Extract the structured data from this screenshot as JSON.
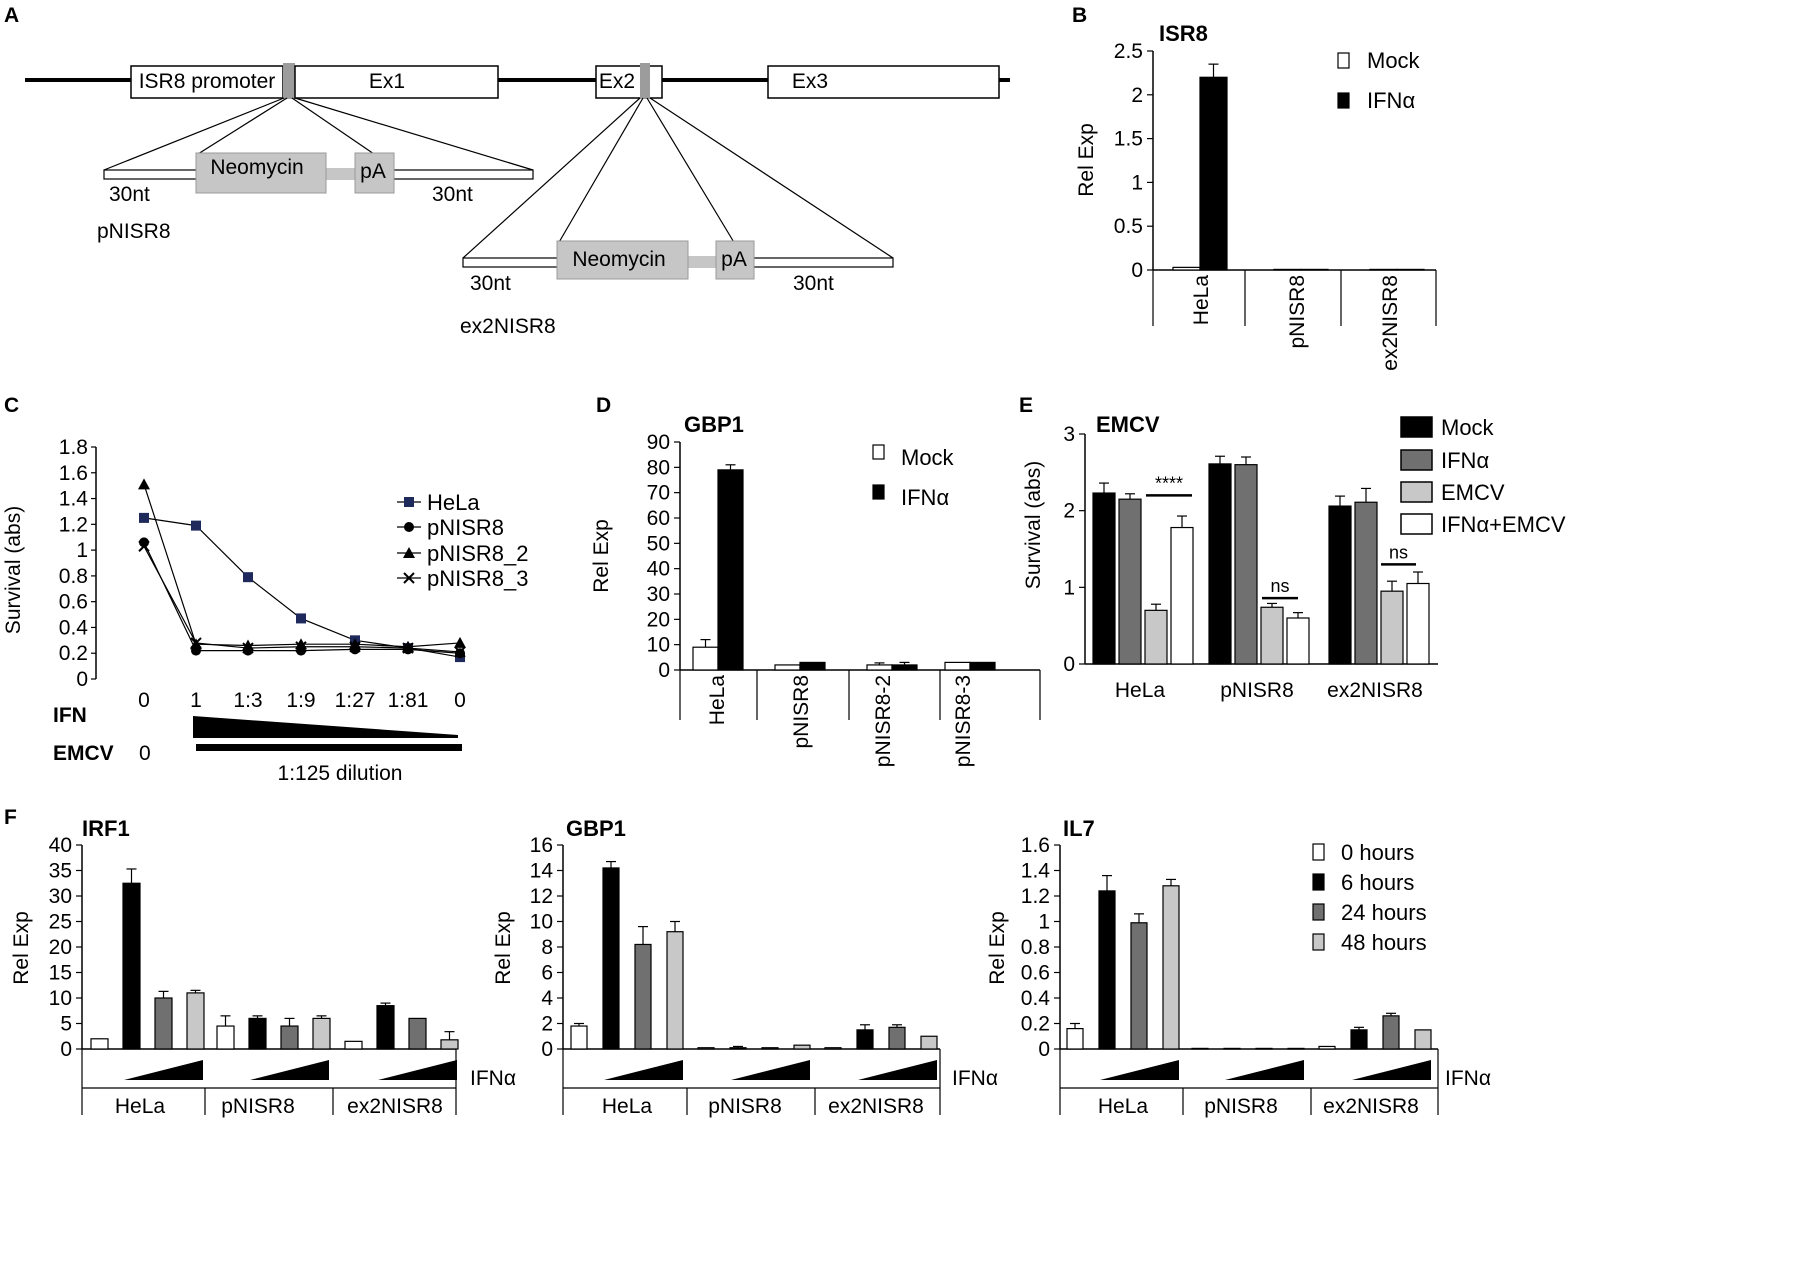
{
  "panel_labels": {
    "a": "A",
    "b": "B",
    "c": "C",
    "d": "D",
    "e": "E",
    "f": "F"
  },
  "diagram_a": {
    "promoter": "ISR8 promoter",
    "exons": [
      "Ex1",
      "Ex2",
      "Ex3"
    ],
    "cassette": {
      "neo": "Neomycin",
      "pa": "pA",
      "arm": "30nt"
    },
    "constructs": [
      "pNISR8",
      "ex2NISR8"
    ]
  },
  "colors": {
    "black": "#000000",
    "dark_gray": "#707070",
    "light_gray": "#c8c8c8",
    "white": "#ffffff",
    "c_square": "#1f2a5c",
    "cassette": "#c6c6c6"
  },
  "chart_data": [
    {
      "id": "B",
      "type": "bar",
      "title": "ISR8",
      "ylabel": "Rel Exp",
      "ylim": [
        0,
        2.5
      ],
      "yticks": [
        "0",
        "0.5",
        "1",
        "1.5",
        "2",
        "2.5"
      ],
      "categories": [
        "HeLa",
        "pNISR8",
        "ex2NISR8"
      ],
      "series": [
        {
          "name": "Mock",
          "color": "#ffffff",
          "values": [
            0.03,
            0.0,
            0.0
          ],
          "errors": [
            0,
            0,
            0
          ]
        },
        {
          "name": "IFNα",
          "color": "#000000",
          "values": [
            2.2,
            0.005,
            0.005
          ],
          "errors": [
            0.15,
            0,
            0
          ]
        }
      ],
      "legend": "top-right"
    },
    {
      "id": "C",
      "type": "line",
      "ylabel": "Survival (abs)",
      "ylim": [
        0,
        1.8
      ],
      "yticks": [
        "0",
        "0.2",
        "0.4",
        "0.6",
        "0.8",
        "1",
        "1.2",
        "1.4",
        "1.6",
        "1.8"
      ],
      "x": [
        "0",
        "1",
        "1:3",
        "1:9",
        "1:27",
        "1:81",
        "0"
      ],
      "series": [
        {
          "name": "HeLa",
          "marker": "square",
          "values": [
            1.25,
            1.19,
            0.79,
            0.47,
            0.3,
            0.24,
            0.17
          ]
        },
        {
          "name": "pNISR8",
          "marker": "circle",
          "values": [
            1.06,
            0.22,
            0.22,
            0.22,
            0.23,
            0.23,
            0.2
          ]
        },
        {
          "name": "pNISR8_2",
          "marker": "triangle",
          "values": [
            1.51,
            0.27,
            0.26,
            0.27,
            0.27,
            0.25,
            0.28
          ]
        },
        {
          "name": "pNISR8_3",
          "marker": "x",
          "values": [
            1.03,
            0.28,
            0.24,
            0.25,
            0.25,
            0.24,
            0.21
          ]
        }
      ],
      "legend": "right",
      "row_labels": {
        "ifn": "IFN",
        "emcv": "EMCV",
        "emcv_zero": "0",
        "dilution": "1:125 dilution"
      }
    },
    {
      "id": "D",
      "type": "bar",
      "title": "GBP1",
      "ylabel": "Rel Exp",
      "ylim": [
        0,
        90
      ],
      "yticks": [
        "0",
        "10",
        "20",
        "30",
        "40",
        "50",
        "60",
        "70",
        "80",
        "90"
      ],
      "categories": [
        "HeLa",
        "pNISR8",
        "pNISR8-2",
        "pNISR8-3"
      ],
      "series": [
        {
          "name": "Mock",
          "color": "#ffffff",
          "values": [
            9,
            2,
            2,
            3
          ],
          "errors": [
            3,
            0,
            0.8,
            0
          ]
        },
        {
          "name": "IFNα",
          "color": "#000000",
          "values": [
            79,
            3,
            2,
            3
          ],
          "errors": [
            2,
            0,
            1,
            0
          ]
        }
      ],
      "legend": "top-right"
    },
    {
      "id": "E",
      "type": "bar",
      "title": "EMCV",
      "ylabel": "Survival (abs)",
      "ylim": [
        0,
        3
      ],
      "yticks": [
        "0",
        "1",
        "2",
        "3"
      ],
      "categories": [
        "HeLa",
        "pNISR8",
        "ex2NISR8"
      ],
      "series": [
        {
          "name": "Mock",
          "color": "#000000",
          "values": [
            2.23,
            2.61,
            2.06
          ],
          "errors": [
            0.13,
            0.1,
            0.13
          ]
        },
        {
          "name": "IFNα",
          "color": "#707070",
          "values": [
            2.15,
            2.6,
            2.11
          ],
          "errors": [
            0.07,
            0.1,
            0.18
          ]
        },
        {
          "name": "EMCV",
          "color": "#c8c8c8",
          "values": [
            0.7,
            0.74,
            0.95
          ],
          "errors": [
            0.08,
            0.05,
            0.13
          ]
        },
        {
          "name": "IFNα+EMCV",
          "color": "#ffffff",
          "values": [
            1.78,
            0.6,
            1.05
          ],
          "errors": [
            0.15,
            0.07,
            0.15
          ]
        }
      ],
      "significance": [
        "****",
        "ns",
        "ns"
      ],
      "legend": "top-right"
    },
    {
      "id": "F1",
      "type": "bar",
      "title": "IRF1",
      "ylabel": "Rel Exp",
      "ylim": [
        0,
        40
      ],
      "yticks": [
        "0",
        "5",
        "10",
        "15",
        "20",
        "25",
        "30",
        "35",
        "40"
      ],
      "categories": [
        "HeLa",
        "pNISR8",
        "ex2NISR8"
      ],
      "ifn_label": "IFNα",
      "series": [
        {
          "name": "0 hours",
          "color": "#ffffff",
          "values": [
            2,
            4.5,
            1.5
          ],
          "errors": [
            0,
            2,
            0
          ]
        },
        {
          "name": "6 hours",
          "color": "#000000",
          "values": [
            32.5,
            6,
            8.5
          ],
          "errors": [
            2.8,
            0.5,
            0.5
          ]
        },
        {
          "name": "24 hours",
          "color": "#707070",
          "values": [
            10,
            4.5,
            6
          ],
          "errors": [
            1.3,
            1.5,
            0
          ]
        },
        {
          "name": "48 hours",
          "color": "#c8c8c8",
          "values": [
            11,
            6,
            1.8
          ],
          "errors": [
            0.5,
            0.5,
            1.6
          ]
        }
      ]
    },
    {
      "id": "F2",
      "type": "bar",
      "title": "GBP1",
      "ylabel": "Rel Exp",
      "ylim": [
        0,
        16
      ],
      "yticks": [
        "0",
        "2",
        "4",
        "6",
        "8",
        "10",
        "12",
        "14",
        "16"
      ],
      "categories": [
        "HeLa",
        "pNISR8",
        "ex2NISR8"
      ],
      "ifn_label": "IFNα",
      "series": [
        {
          "name": "0 hours",
          "color": "#ffffff",
          "values": [
            1.8,
            0.1,
            0.1
          ],
          "errors": [
            0.2,
            0,
            0
          ]
        },
        {
          "name": "6 hours",
          "color": "#000000",
          "values": [
            14.2,
            0.1,
            1.5
          ],
          "errors": [
            0.5,
            0.1,
            0.4
          ]
        },
        {
          "name": "24 hours",
          "color": "#707070",
          "values": [
            8.2,
            0.1,
            1.7
          ],
          "errors": [
            1.4,
            0,
            0.2
          ]
        },
        {
          "name": "48 hours",
          "color": "#c8c8c8",
          "values": [
            9.2,
            0.3,
            1.0
          ],
          "errors": [
            0.8,
            0,
            0
          ]
        }
      ]
    },
    {
      "id": "F3",
      "type": "bar",
      "title": "IL7",
      "ylabel": "Rel Exp",
      "ylim": [
        0,
        1.6
      ],
      "yticks": [
        "0",
        "0.2",
        "0.4",
        "0.6",
        "0.8",
        "1",
        "1.2",
        "1.4",
        "1.6"
      ],
      "categories": [
        "HeLa",
        "pNISR8",
        "ex2NISR8"
      ],
      "ifn_label": "IFNα",
      "series": [
        {
          "name": "0 hours",
          "color": "#ffffff",
          "values": [
            0.16,
            0,
            0.02
          ],
          "errors": [
            0.04,
            0,
            0
          ]
        },
        {
          "name": "6 hours",
          "color": "#000000",
          "values": [
            1.24,
            0,
            0.15
          ],
          "errors": [
            0.12,
            0,
            0.02
          ]
        },
        {
          "name": "24 hours",
          "color": "#707070",
          "values": [
            0.99,
            0,
            0.26
          ],
          "errors": [
            0.07,
            0,
            0.02
          ]
        },
        {
          "name": "48 hours",
          "color": "#c8c8c8",
          "values": [
            1.28,
            0,
            0.15
          ],
          "errors": [
            0.05,
            0,
            0
          ]
        }
      ],
      "legend": "top-right"
    }
  ]
}
